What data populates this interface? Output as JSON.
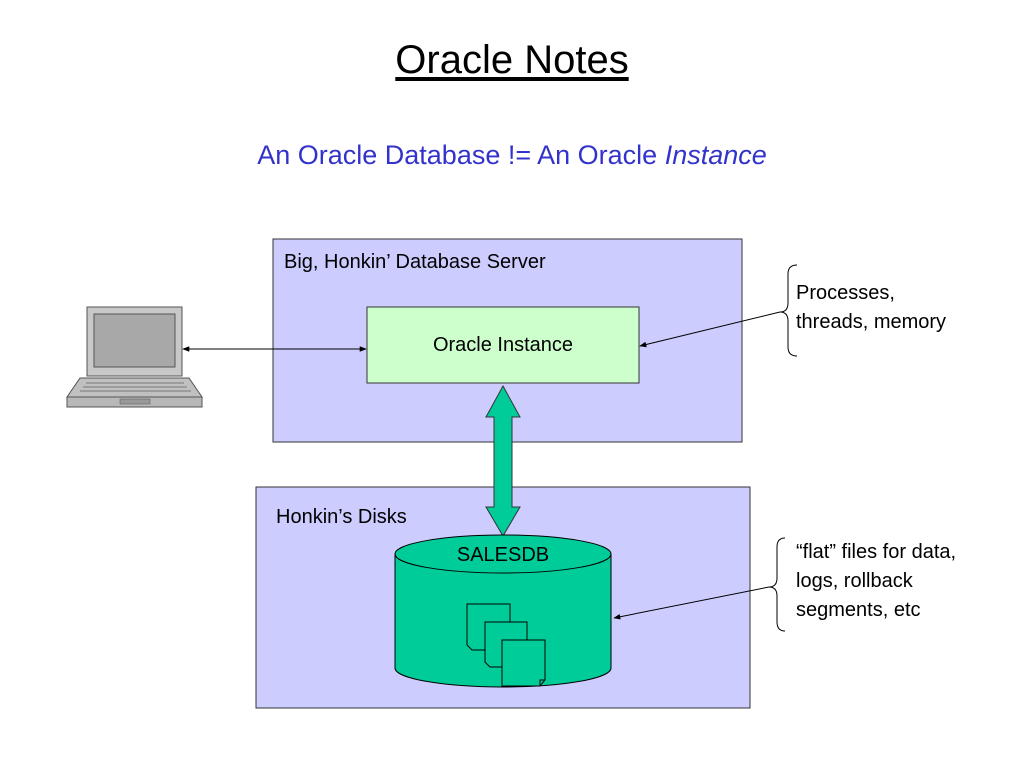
{
  "slide": {
    "title": "Oracle Notes",
    "subtitle_main": "An Oracle Database != An Oracle ",
    "subtitle_italic": "Instance"
  },
  "diagram": {
    "server_label": "Big, Honkin’ Database Server",
    "instance_label": "Oracle Instance",
    "disks_label": "Honkin’s Disks",
    "db_label": "SALESDB",
    "instance_note": [
      "Processes,",
      "threads, memory"
    ],
    "files_note": [
      "“flat” files for data,",
      "logs, rollback",
      "segments, etc"
    ]
  },
  "colors": {
    "box_fill": "#ccccff",
    "instance_fill": "#ccffcc",
    "cylinder_fill": "#00cc99",
    "subtitle": "#3333cc"
  },
  "icons": [
    "laptop-icon",
    "file-stack-icon"
  ]
}
